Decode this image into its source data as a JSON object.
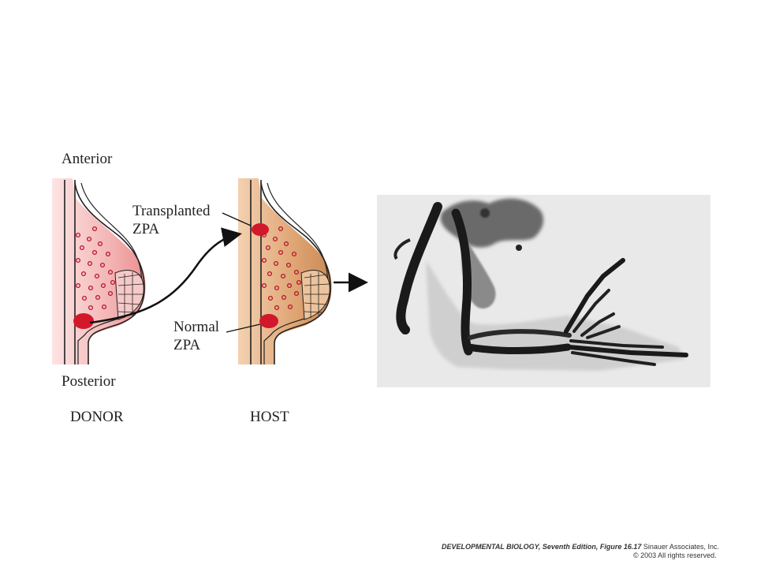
{
  "labels": {
    "anterior": "Anterior",
    "posterior": "Posterior",
    "transplanted_line1": "Transplanted",
    "transplanted_line2": "ZPA",
    "normal_line1": "Normal",
    "normal_line2": "ZPA",
    "donor": "DONOR",
    "host": "HOST"
  },
  "credit": {
    "book": "DEVELOPMENTAL BIOLOGY, Seventh Edition, Figure 16.17",
    "publisher": "Sinauer Associates, Inc.",
    "copyright": "© 2003 All rights reserved."
  },
  "colors": {
    "donor_tissue": "#f4b6b6",
    "host_tissue": "#dfa574",
    "zpa": "#d2192c",
    "photo_bg": "#e9e9e9"
  }
}
